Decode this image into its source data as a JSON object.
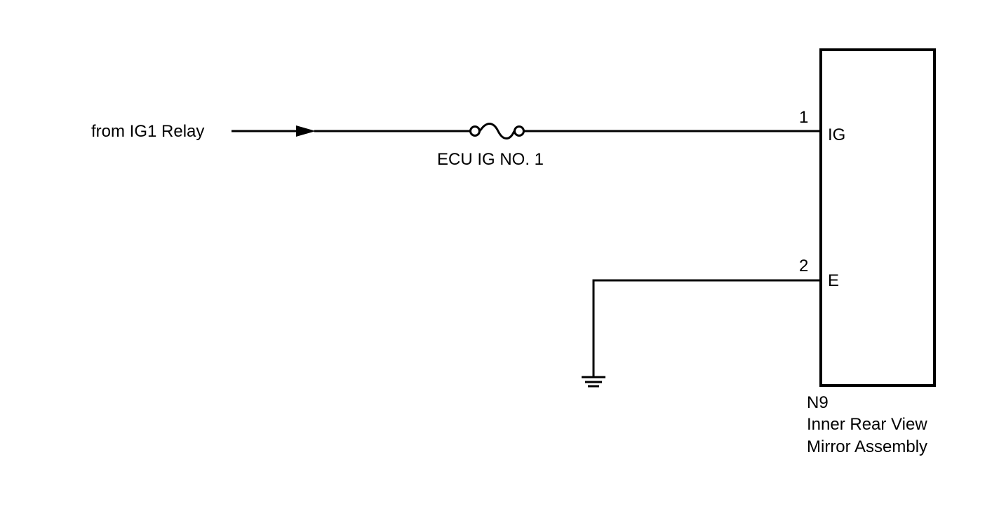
{
  "source": {
    "label": "from IG1 Relay"
  },
  "fuse": {
    "label": "ECU IG NO. 1"
  },
  "component": {
    "code": "N9",
    "name_line1": "Inner Rear View",
    "name_line2": "Mirror Assembly",
    "pins": [
      {
        "number": "1",
        "name": "IG"
      },
      {
        "number": "2",
        "name": "E"
      }
    ]
  },
  "colors": {
    "line": "#000000",
    "background": "#ffffff"
  }
}
